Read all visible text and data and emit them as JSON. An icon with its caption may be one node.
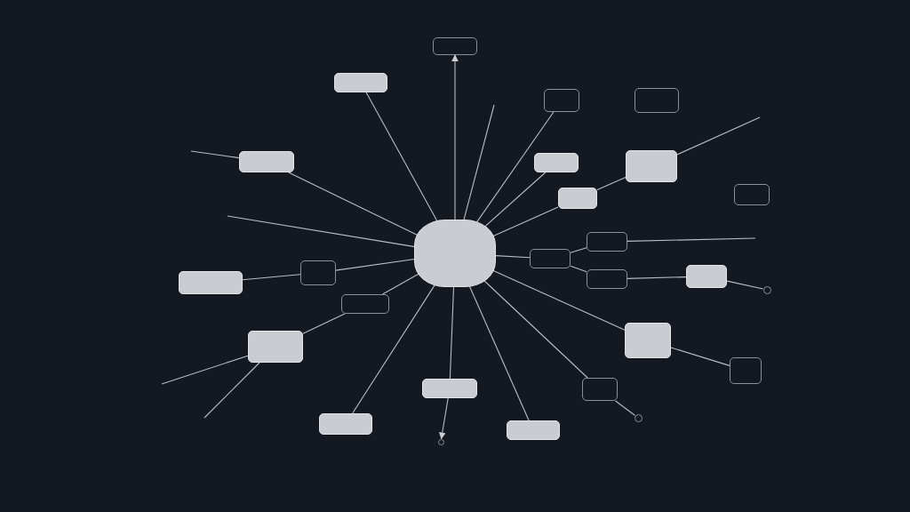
{
  "diagram": {
    "nodes": [
      {
        "text": [],
        "shape": "circle"
      },
      {
        "text": [],
        "shape": "box"
      },
      {
        "text": [],
        "shape": "box"
      },
      {
        "text": [],
        "shape": "box"
      },
      {
        "text": [],
        "shape": "box"
      },
      {
        "text": [],
        "shape": "box"
      },
      {
        "text": [],
        "shape": "box"
      },
      {
        "text": [],
        "shape": "box"
      },
      {
        "text": [],
        "shape": "box"
      },
      {
        "text": [],
        "shape": "box"
      },
      {
        "text": [],
        "shape": "box"
      },
      {
        "text": [],
        "shape": "box"
      },
      {
        "text": [],
        "shape": "box"
      },
      {
        "text": [],
        "shape": "box"
      },
      {
        "text": [],
        "shape": "box"
      },
      {
        "text": [],
        "shape": "box"
      },
      {
        "text": [],
        "shape": "box"
      },
      {
        "text": [],
        "shape": "box"
      },
      {
        "text": [],
        "shape": "box"
      },
      {
        "text": [],
        "shape": "box"
      },
      {
        "text": [],
        "shape": "box"
      },
      {
        "text": [],
        "shape": "box"
      },
      {
        "text": [],
        "shape": "box"
      },
      {
        "text": [],
        "shape": "box"
      },
      {
        "text": [],
        "shape": "circle"
      },
      {
        "text": [],
        "shape": "circle"
      },
      {
        "text": [],
        "shape": "circle"
      }
    ],
    "edges": [
      {
        "from": 0,
        "to": 1,
        "arrow": "to"
      },
      {
        "from": 2,
        "to": 0,
        "arrow": "none"
      },
      {
        "from": 0,
        "to": 3,
        "arrow": "none"
      },
      {
        "from": 0,
        "to": null,
        "arrow": "none"
      },
      {
        "from": 0,
        "to": 6,
        "arrow": "none"
      },
      {
        "from": 0,
        "to": 8,
        "arrow": "none"
      },
      {
        "from": 8,
        "to": 7,
        "arrow": "none"
      },
      {
        "from": 7,
        "to": null,
        "arrow": "none"
      },
      {
        "from": 5,
        "to": 0,
        "arrow": "none"
      },
      {
        "from": 5,
        "to": null,
        "arrow": "none"
      },
      {
        "from": null,
        "to": 0,
        "arrow": "none"
      },
      {
        "from": 10,
        "to": 0,
        "arrow": "none"
      },
      {
        "from": 11,
        "to": 10,
        "arrow": "none"
      },
      {
        "from": 12,
        "to": 0,
        "arrow": "none"
      },
      {
        "from": 17,
        "to": 12,
        "arrow": "none"
      },
      {
        "from": 17,
        "to": null,
        "arrow": "none"
      },
      {
        "from": 17,
        "to": null,
        "arrow": "none"
      },
      {
        "from": 0,
        "to": 14,
        "arrow": "none"
      },
      {
        "from": 14,
        "to": 13,
        "arrow": "none"
      },
      {
        "from": 13,
        "to": null,
        "arrow": "none"
      },
      {
        "from": 14,
        "to": 15,
        "arrow": "none"
      },
      {
        "from": 15,
        "to": 16,
        "arrow": "none"
      },
      {
        "from": 16,
        "to": 24,
        "arrow": "none"
      },
      {
        "from": 0,
        "to": 18,
        "arrow": "none"
      },
      {
        "from": 18,
        "to": 19,
        "arrow": "none"
      },
      {
        "from": 0,
        "to": 20,
        "arrow": "none"
      },
      {
        "from": 20,
        "to": 25,
        "arrow": "none"
      },
      {
        "from": 0,
        "to": 21,
        "arrow": "none"
      },
      {
        "from": 21,
        "to": 26,
        "arrow": "to"
      },
      {
        "from": 0,
        "to": 22,
        "arrow": "none"
      },
      {
        "from": 0,
        "to": 23,
        "arrow": "none"
      }
    ]
  }
}
